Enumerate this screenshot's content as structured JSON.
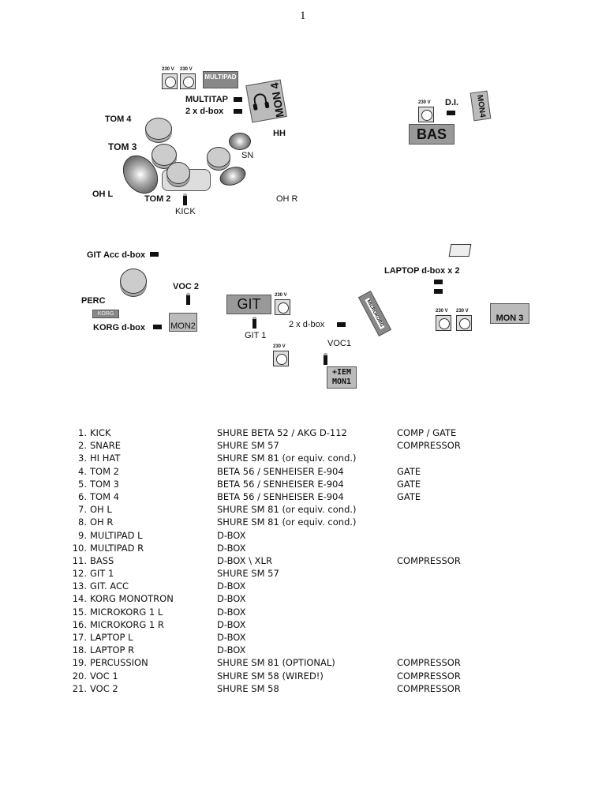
{
  "page_number": "1",
  "stage": {
    "outlet_label": "230 V",
    "multipad": "MULTIPAD",
    "multitap": "MULTITAP",
    "two_dbox": "2 x d-box",
    "mon4": "MON 4",
    "di": "D.I.",
    "mon4b": "MON4",
    "bas": "BAS",
    "tom4": "TOM 4",
    "tom3": "TOM 3",
    "hh": "HH",
    "sn": "SN",
    "ohl": "OH L",
    "ohr": "OH R",
    "tom2": "TOM 2",
    "kick": "KICK",
    "git_acc": "GIT Acc d-box",
    "laptop": "LAPTOP d-box x 2",
    "voc2": "VOC 2",
    "perc": "PERC",
    "korg": "KORG",
    "korg_dbox": "KORG d-box",
    "mon2": "MON2",
    "git": "GIT",
    "git1": "GIT 1",
    "two_dbox2": "2 x d-box",
    "microkorg": "MICROKORG",
    "voc1": "VOC1",
    "iem": "+IEM",
    "mon1": "MON1",
    "mon3": "MON 3"
  },
  "inputs": [
    {
      "n": "1.",
      "name": "KICK",
      "mic": "SHURE BETA 52 / AKG D-112",
      "proc": "COMP / GATE"
    },
    {
      "n": "2.",
      "name": "SNARE",
      "mic": "SHURE SM 57",
      "proc": "COMPRESSOR"
    },
    {
      "n": "3.",
      "name": "HI HAT",
      "mic": "SHURE SM 81 (or equiv. cond.)",
      "proc": ""
    },
    {
      "n": "4.",
      "name": "TOM 2",
      "mic": "BETA 56 / SENHEISER E-904",
      "proc": "GATE"
    },
    {
      "n": "5.",
      "name": "TOM 3",
      "mic": "BETA 56 / SENHEISER E-904",
      "proc": "GATE"
    },
    {
      "n": "6.",
      "name": "TOM 4",
      "mic": "BETA 56 / SENHEISER E-904",
      "proc": "GATE"
    },
    {
      "n": "7.",
      "name": "OH L",
      "mic": "SHURE SM 81 (or equiv. cond.)",
      "proc": ""
    },
    {
      "n": "8.",
      "name": "OH R",
      "mic": "SHURE SM 81 (or equiv. cond.)",
      "proc": ""
    },
    {
      "n": "9.",
      "name": "MULTIPAD L",
      "mic": "D-BOX",
      "proc": ""
    },
    {
      "n": "10.",
      "name": "MULTIPAD R",
      "mic": "D-BOX",
      "proc": ""
    },
    {
      "n": "11.",
      "name": "BASS",
      "mic": "D-BOX \\ XLR",
      "proc": "COMPRESSOR"
    },
    {
      "n": "12.",
      "name": "GIT 1",
      "mic": "SHURE SM 57",
      "proc": ""
    },
    {
      "n": "13.",
      "name": "GIT. ACC",
      "mic": "D-BOX",
      "proc": ""
    },
    {
      "n": "14.",
      "name": "KORG MONOTRON",
      "mic": "D-BOX",
      "proc": ""
    },
    {
      "n": "15.",
      "name": "MICROKORG 1 L",
      "mic": "D-BOX",
      "proc": ""
    },
    {
      "n": "16.",
      "name": "MICROKORG 1 R",
      "mic": "D-BOX",
      "proc": ""
    },
    {
      "n": "17.",
      "name": "LAPTOP L",
      "mic": "D-BOX",
      "proc": ""
    },
    {
      "n": "18.",
      "name": "LAPTOP R",
      "mic": "D-BOX",
      "proc": ""
    },
    {
      "n": "19.",
      "name": "PERCUSSION",
      "mic": "SHURE SM 81 (OPTIONAL)",
      "proc": "COMPRESSOR"
    },
    {
      "n": "20.",
      "name": "VOC 1",
      "mic": "SHURE SM 58   (WIRED!)",
      "proc": "COMPRESSOR"
    },
    {
      "n": "21.",
      "name": "VOC 2",
      "mic": "SHURE SM 58",
      "proc": "COMPRESSOR"
    }
  ]
}
